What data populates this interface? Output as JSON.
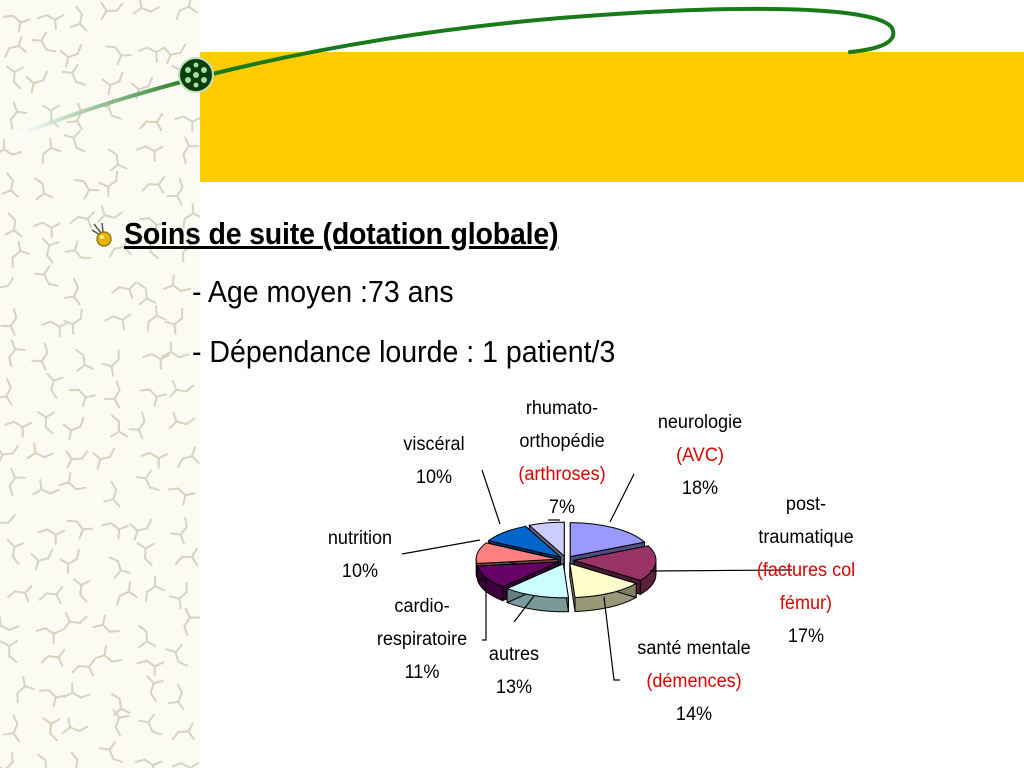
{
  "slide": {
    "heading": "Soins de suite (dotation globale)",
    "lines": [
      "- Age moyen :73 ans",
      "-  Dépendance lourde : 1 patient/3"
    ]
  },
  "colors": {
    "band": "#fccc00",
    "swoosh": "#1a7a1a",
    "highlight": "#e00000"
  },
  "icons": [
    "bullet-icon",
    "green-dot-icon"
  ],
  "chart_data": {
    "type": "pie",
    "title": "",
    "slices": [
      {
        "category": "neurologie",
        "detail": "(AVC)",
        "percent_label": "18%",
        "value": 18,
        "color": "#9999ff"
      },
      {
        "category": "post-traumatique",
        "detail": "(factures col fémur)",
        "percent_label": "17%",
        "value": 17,
        "color": "#993366"
      },
      {
        "category": "santé mentale",
        "detail": "(démences)",
        "percent_label": "14%",
        "value": 14,
        "color": "#ffffcc"
      },
      {
        "category": "autres",
        "detail": "",
        "percent_label": "13%",
        "value": 13,
        "color": "#ccffff"
      },
      {
        "category": "cardio-respiratoire",
        "detail": "",
        "percent_label": "11%",
        "value": 11,
        "color": "#660066"
      },
      {
        "category": "nutrition",
        "detail": "",
        "percent_label": "10%",
        "value": 10,
        "color": "#ff8080"
      },
      {
        "category": "viscéral",
        "detail": "",
        "percent_label": "10%",
        "value": 10,
        "color": "#0066cc"
      },
      {
        "category": "rhumato-orthopédie",
        "detail": "(arthroses)",
        "percent_label": "7%",
        "value": 7,
        "color": "#ccccff"
      }
    ],
    "labels": {
      "neurologie": {
        "lines": [
          "neurologie"
        ],
        "detail": "(AVC)",
        "pct": "18%"
      },
      "post": {
        "lines": [
          "post-",
          "traumatique"
        ],
        "detail_lines": [
          "(factures col",
          "fémur)"
        ],
        "pct": "17%"
      },
      "sante": {
        "lines": [
          "santé mentale"
        ],
        "detail": "(démences)",
        "pct": "14%"
      },
      "autres": {
        "lines": [
          "autres"
        ],
        "pct": "13%"
      },
      "cardio": {
        "lines": [
          "cardio-",
          "respiratoire"
        ],
        "pct": "11%"
      },
      "nutrition": {
        "lines": [
          "nutrition"
        ],
        "pct": "10%"
      },
      "visceral": {
        "lines": [
          "viscéral"
        ],
        "pct": "10%"
      },
      "rhumato": {
        "lines": [
          "rhumato-",
          "orthopédie"
        ],
        "detail": "(arthroses)",
        "pct": "7%"
      }
    }
  }
}
